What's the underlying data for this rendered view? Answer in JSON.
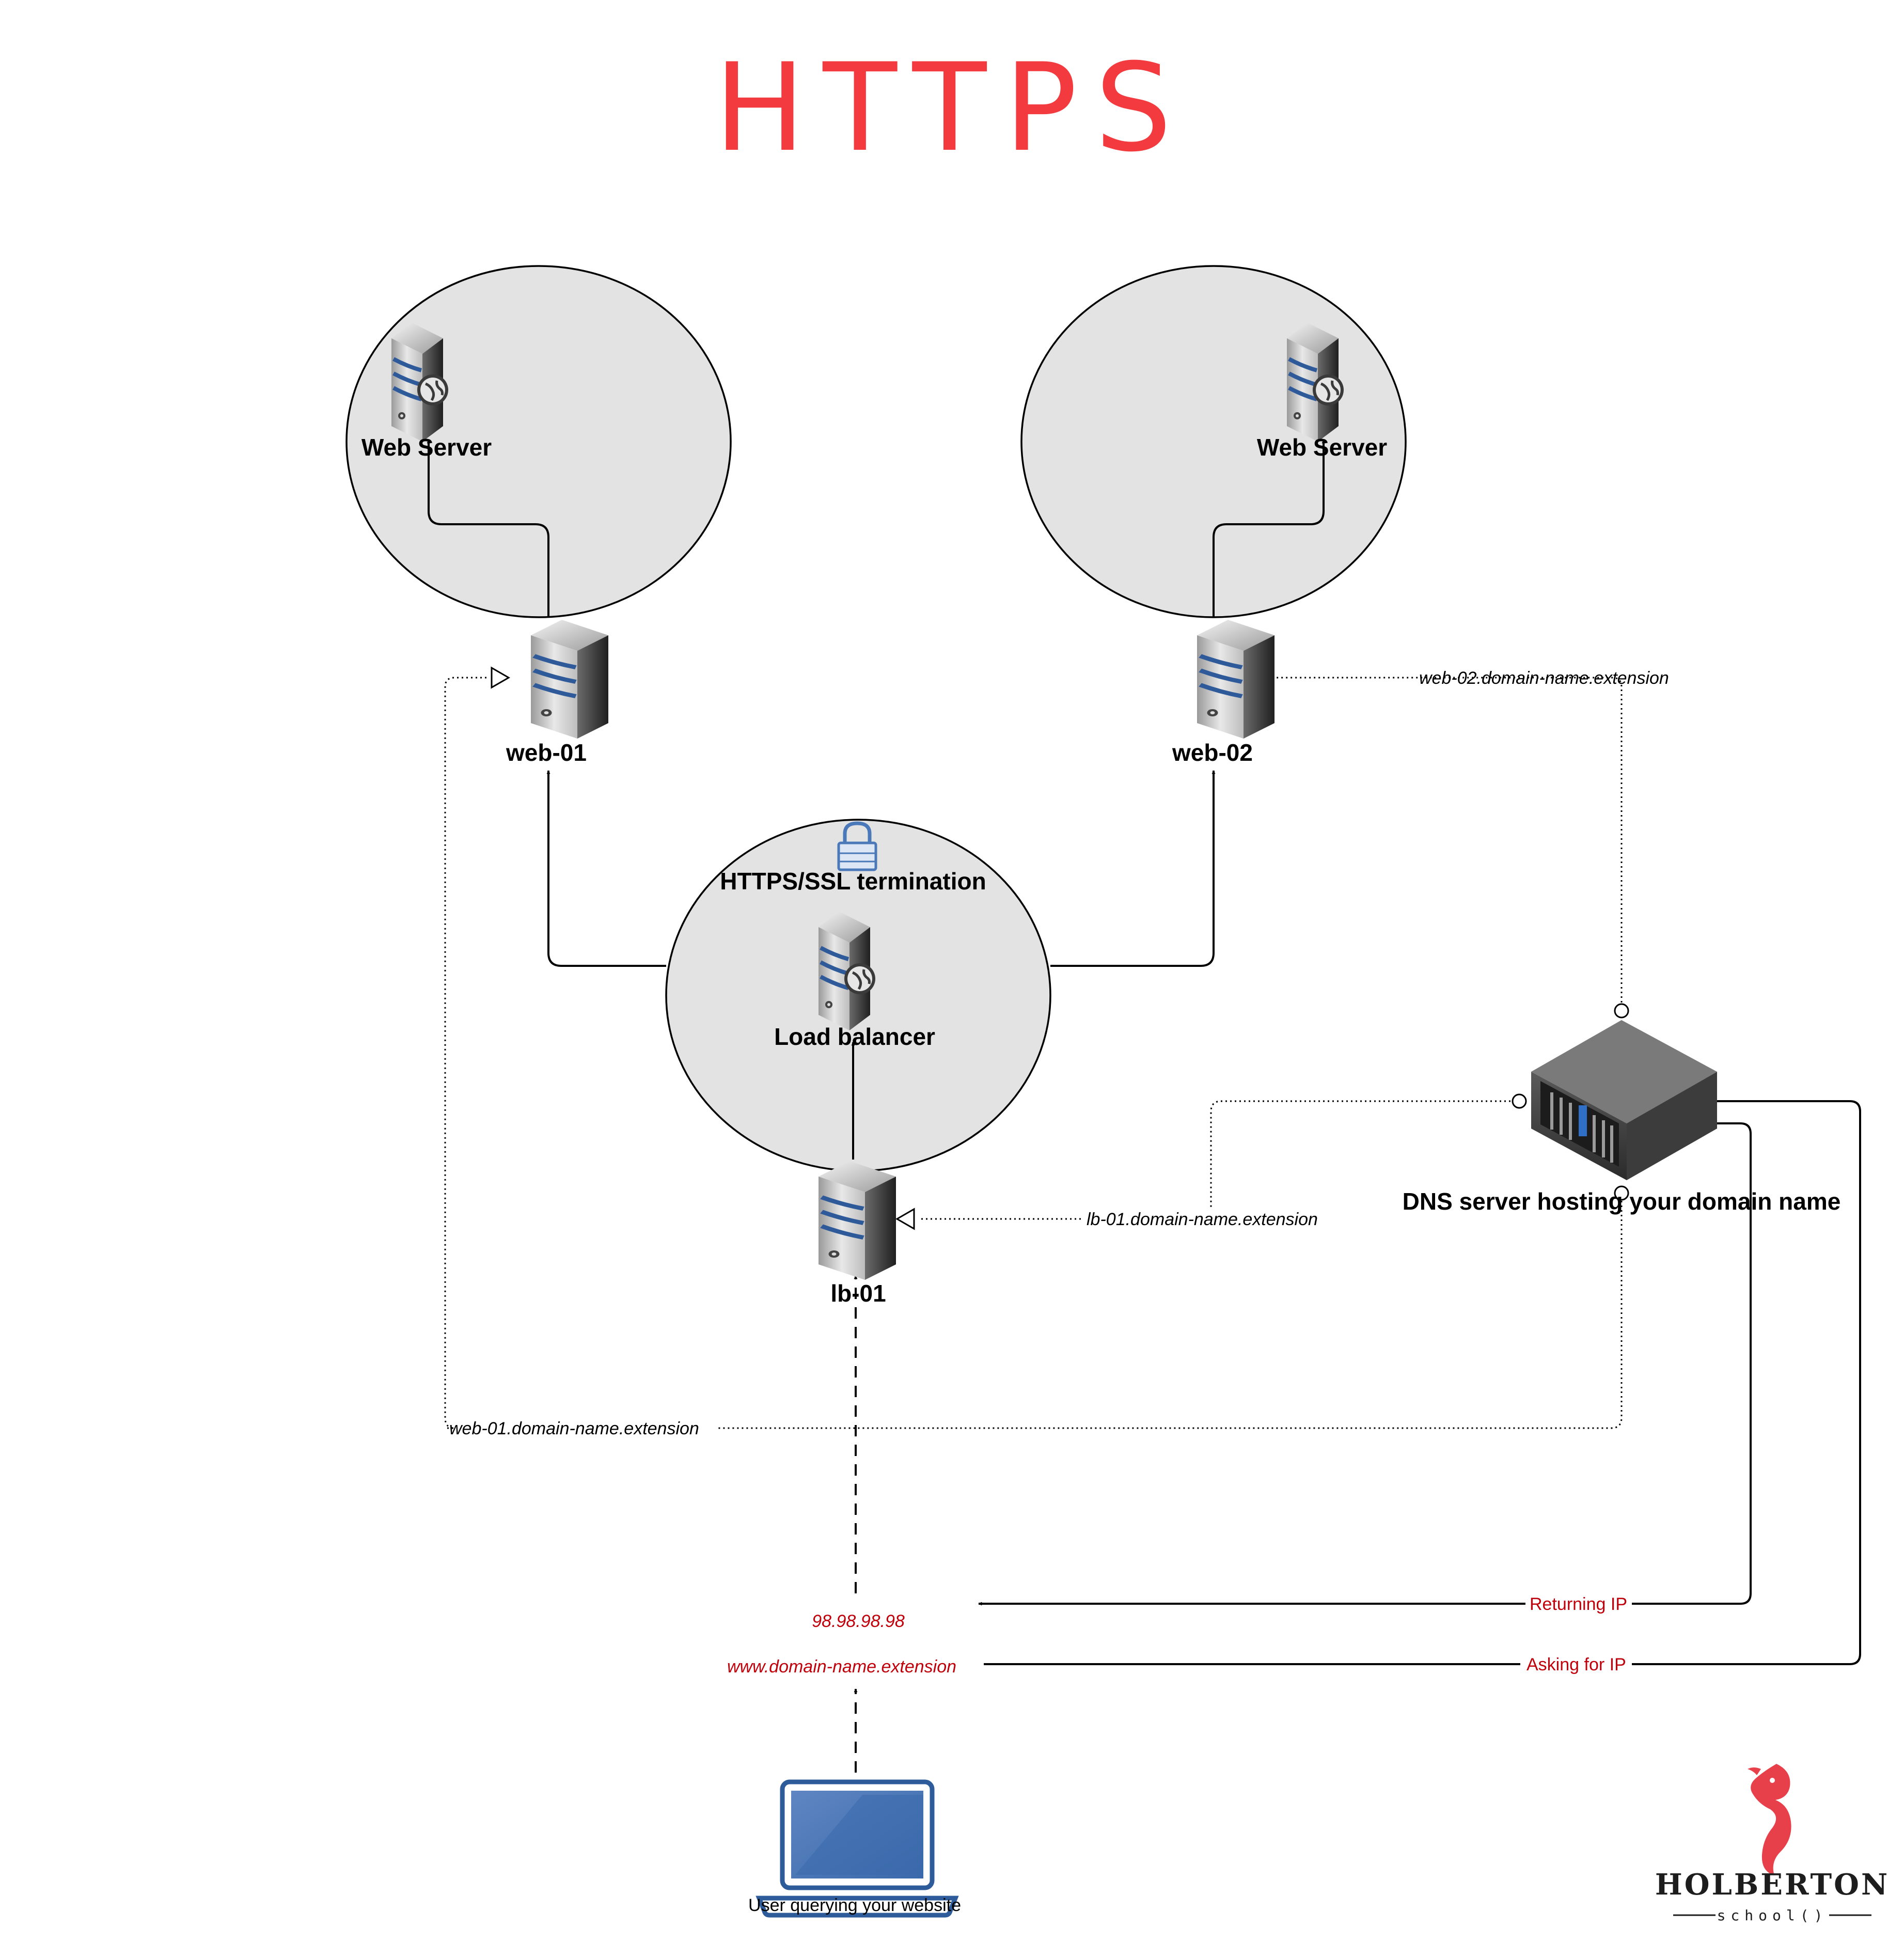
{
  "title": "HTTPS",
  "colors": {
    "title": "#f23a3f",
    "red_text": "#c0000b",
    "bubble_fill": "#e3e3e3",
    "laptop_blue": "#2e5c9a",
    "lock_blue": "#4a78b8"
  },
  "nodes": {
    "web_server_1": {
      "label": "Web Server",
      "icon": "web-server-globe-icon"
    },
    "web_server_2": {
      "label": "Web Server",
      "icon": "web-server-globe-icon"
    },
    "web_01": {
      "label": "web-01",
      "icon": "server-tower-icon"
    },
    "web_02": {
      "label": "web-02",
      "icon": "server-tower-icon"
    },
    "ssl_termination": {
      "label": "HTTPS/SSL termination",
      "icon": "padlock-icon"
    },
    "load_balancer": {
      "label": "Load balancer",
      "icon": "web-server-globe-icon"
    },
    "lb_01": {
      "label": "lb-01",
      "icon": "server-tower-icon"
    },
    "dns_server": {
      "label": "DNS server hosting your domain name",
      "icon": "rack-server-icon"
    },
    "user": {
      "label": "User querying your website",
      "icon": "laptop-icon"
    }
  },
  "edge_labels": {
    "web_02_domain": "web-02.domain-name.extension",
    "lb_01_domain": "lb-01.domain-name.extension",
    "web_01_domain": "web-01.domain-name.extension",
    "ip_address": "98.98.98.98",
    "www_domain": "www.domain-name.extension",
    "returning_ip": "Returning IP",
    "asking_for_ip": "Asking for IP"
  },
  "logo": {
    "name": "HOLBERTON",
    "sub": "school()"
  }
}
